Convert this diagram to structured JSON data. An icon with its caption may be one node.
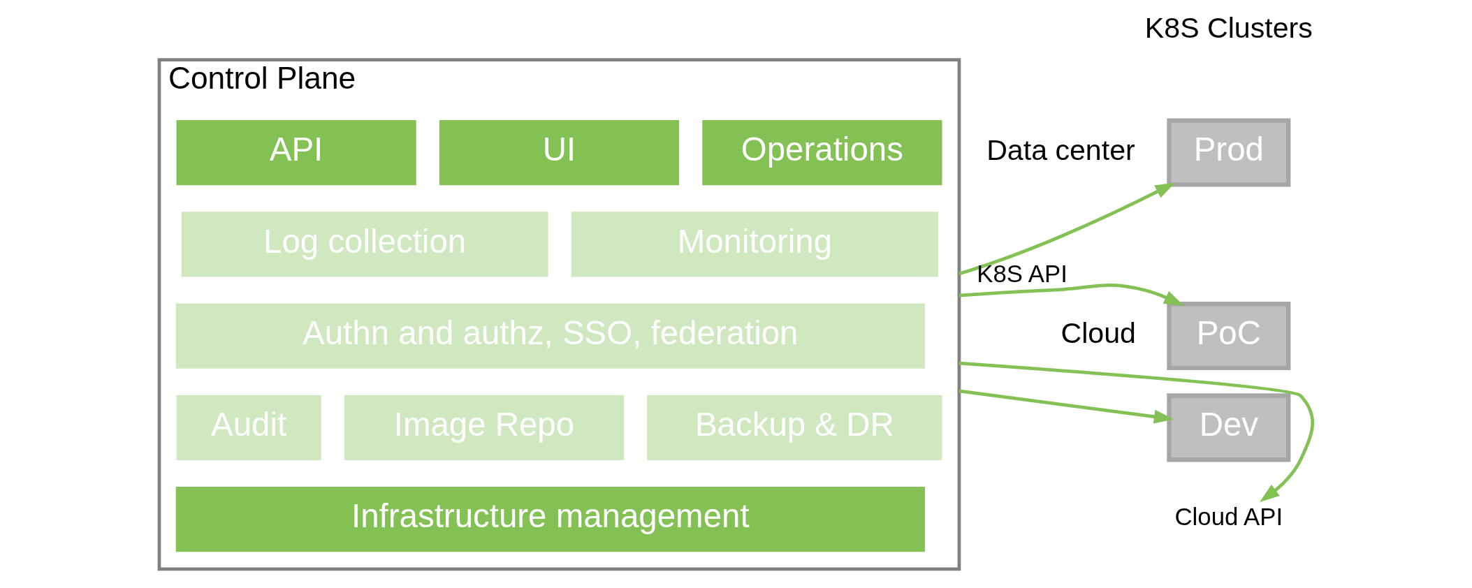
{
  "diagram": {
    "nodes": [
      {
        "text": [
          "Control Plane"
        ]
      },
      {
        "text": [
          "API"
        ],
        "in": 0
      },
      {
        "text": [
          "UI"
        ],
        "in": 0
      },
      {
        "text": [
          "Operations"
        ],
        "in": 0
      },
      {
        "text": [
          "Log collection"
        ],
        "in": 0
      },
      {
        "text": [
          "Monitoring"
        ],
        "in": 0
      },
      {
        "text": [
          "Authn and authz, SSO, federation"
        ],
        "in": 0
      },
      {
        "text": [
          "Audit"
        ],
        "in": 0
      },
      {
        "text": [
          "Image Repo"
        ],
        "in": 0
      },
      {
        "text": [
          "Backup & DR"
        ],
        "in": 0
      },
      {
        "text": [
          "Infrastructure management"
        ],
        "in": 0
      },
      {
        "text": [
          "Prod"
        ]
      },
      {
        "text": [
          "PoC"
        ]
      },
      {
        "text": [
          "Dev"
        ]
      },
      {
        "text": [
          "Cloud API"
        ]
      }
    ],
    "edges": [
      {
        "from": 0,
        "to": 11,
        "arrow": "to"
      },
      {
        "from": 0,
        "to": 12,
        "arrow": "to",
        "label": "K8S API"
      },
      {
        "from": 0,
        "to": 13,
        "arrow": "to"
      },
      {
        "from": 0,
        "to": 14,
        "arrow": "to"
      }
    ],
    "labels": [
      "K8S Clusters",
      "Data center",
      "Cloud"
    ]
  }
}
